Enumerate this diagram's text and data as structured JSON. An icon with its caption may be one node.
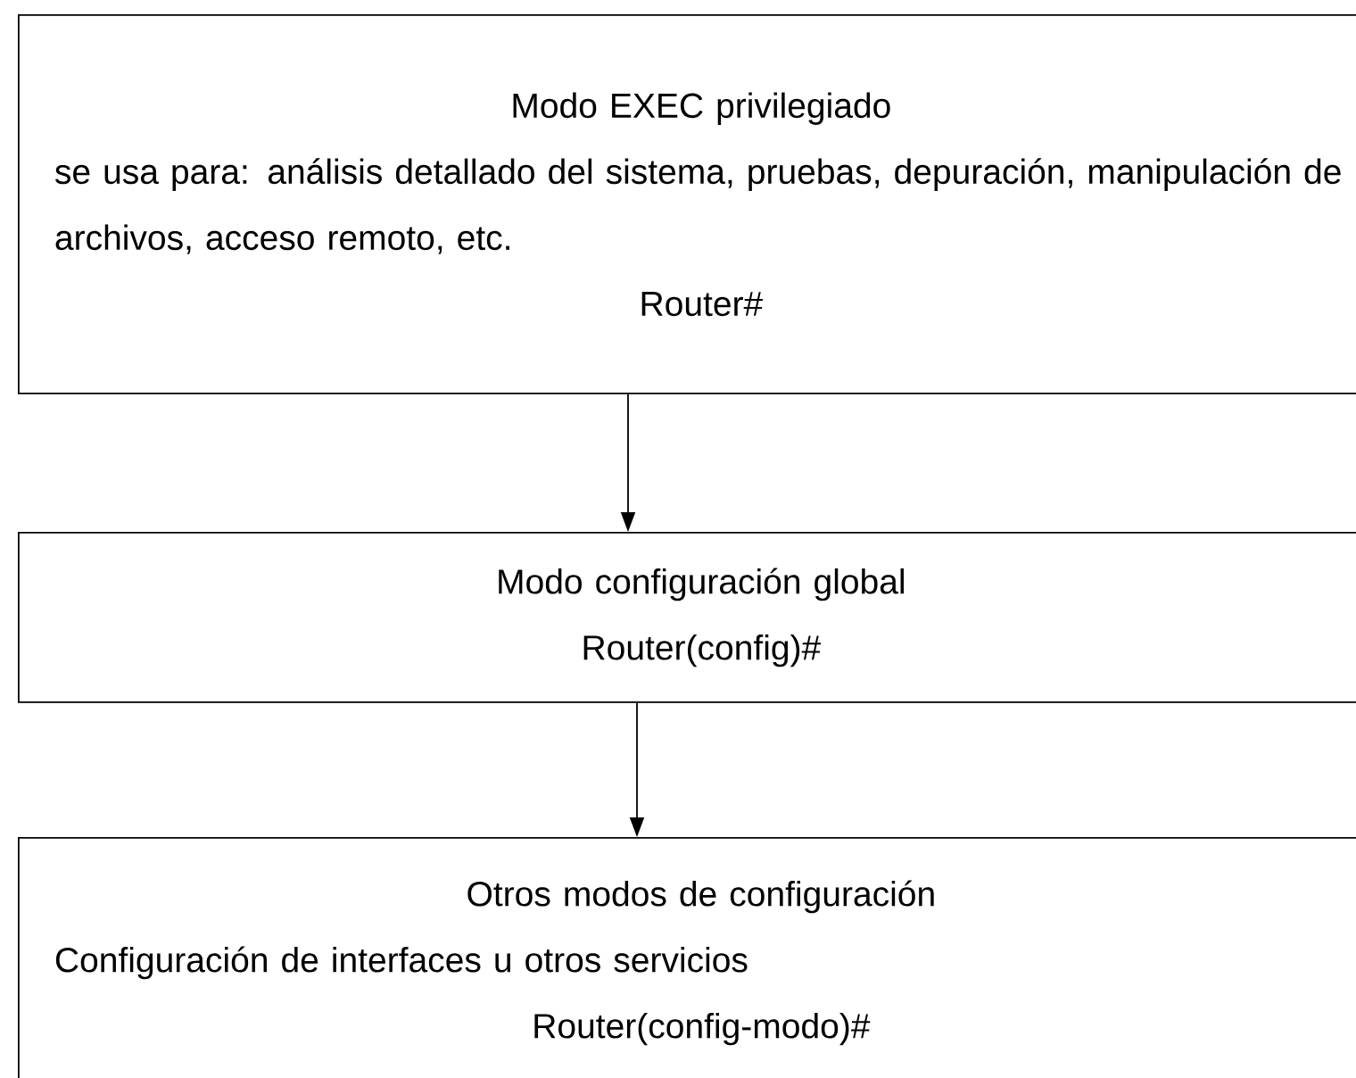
{
  "diagram": {
    "nodes": [
      {
        "text": [
          "Modo EXEC privilegiado",
          "se usa para: análisis detallado del sistema, pruebas, depuración, manipulación de archivos, acceso remoto, etc.",
          "Router#"
        ]
      },
      {
        "text": [
          "Modo configuración global",
          "Router(config)#"
        ]
      },
      {
        "text": [
          "Otros modos de configuración",
          "Configuración de interfaces u otros servicios",
          "Router(config-modo)#"
        ]
      }
    ],
    "edges": [
      {
        "from": 0,
        "to": 1,
        "arrow": "to"
      },
      {
        "from": 1,
        "to": 2,
        "arrow": "to"
      }
    ]
  }
}
